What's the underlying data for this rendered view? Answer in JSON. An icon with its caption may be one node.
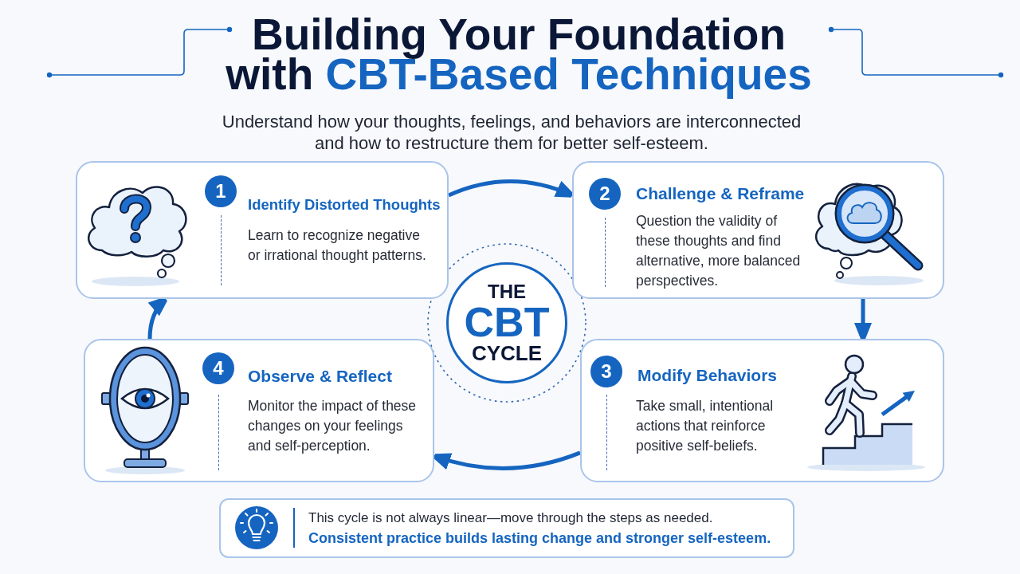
{
  "diagram": {
    "title": "Building Your Foundation with **CBT-Based Techniques**",
    "nodes": [
      {
        "text": [
          "Identify Distorted Thoughts",
          "Learn to recognize negative or irrational thought patterns."
        ]
      },
      {
        "text": [
          "1"
        ],
        "in": 0
      },
      {
        "text": [
          "Challenge & Reframe",
          "Question the validity of these thoughts and find alternative, more balanced perspectives."
        ]
      },
      {
        "text": [
          "2"
        ],
        "in": 2
      },
      {
        "text": [
          "THE",
          "CBT",
          "CYCLE"
        ]
      },
      {
        "text": [
          "Observe & Reflect",
          "Monitor the impact of these changes on your feelings and self-perception."
        ]
      },
      {
        "text": [
          "4"
        ],
        "in": 5
      },
      {
        "text": [
          "Modify Behaviors",
          "Take small, intentional actions that reinforce positive self-beliefs."
        ]
      },
      {
        "text": [
          "3"
        ],
        "in": 7
      },
      {
        "text": [
          "This cycle is not always linear—move through the steps as needed.",
          "Consistent practice builds lasting change and stronger self-esteem."
        ]
      }
    ],
    "edges": [
      {
        "from": 0,
        "to": 2,
        "arrow": "to"
      },
      {
        "from": 2,
        "to": 7,
        "arrow": "to"
      },
      {
        "from": 7,
        "to": 5,
        "arrow": "to"
      },
      {
        "from": 5,
        "to": 0,
        "arrow": "to"
      }
    ],
    "labels": [
      "Understand how your thoughts, feelings, and behaviors are interconnected and how to restructure them for better self-esteem."
    ]
  }
}
